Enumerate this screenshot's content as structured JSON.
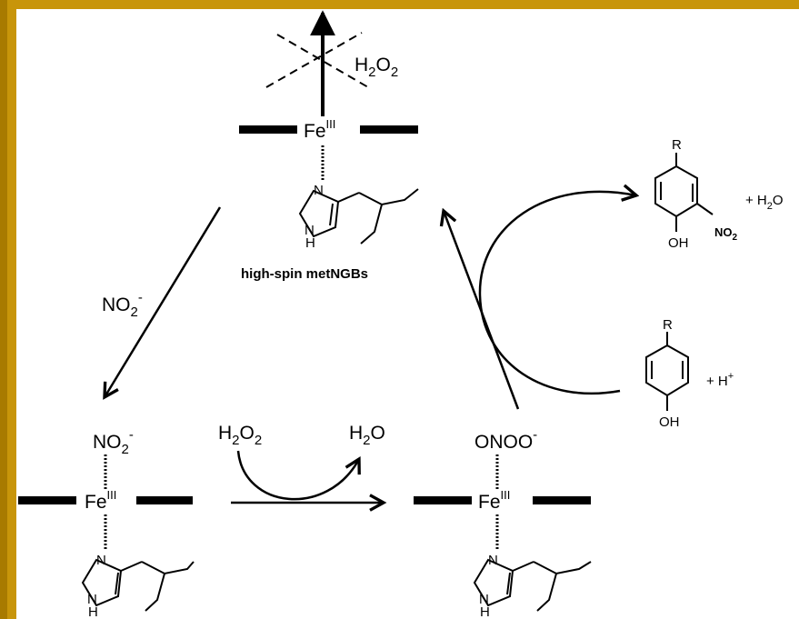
{
  "top_complex": {
    "metal_label": "Fe",
    "oxidation_sup": "III",
    "blocked_reagent": "H",
    "blocked_reagent_sub": "2",
    "blocked_reagent_tail": "O",
    "blocked_reagent_sub2": "2",
    "caption": "high-spin metNGBs"
  },
  "left_complex": {
    "ligand": "NO",
    "ligand_sub": "2",
    "ligand_sup": "-",
    "metal_label": "Fe",
    "oxidation_sup": "III"
  },
  "right_complex": {
    "ligand": "ONOO",
    "ligand_sup": "-",
    "metal_label": "Fe",
    "oxidation_sup": "III"
  },
  "left_arrow_reagent": {
    "text": "NO",
    "sub": "2",
    "sup": "-"
  },
  "bottom_arrow": {
    "in_reagent": "H",
    "in_sub": "2",
    "in_tail": "O",
    "in_sub2": "2",
    "out_product": "H",
    "out_sub": "2",
    "out_tail": "O"
  },
  "imidazole": {
    "n_label": "N",
    "nh_label": "N",
    "h_label": "H"
  },
  "nitrophenol": {
    "r_label": "R",
    "no2_label": "NO",
    "no2_sub": "2",
    "oh_label": "OH",
    "plus_text": "+ H",
    "plus_sub": "2",
    "plus_tail": "O"
  },
  "phenol": {
    "r_label": "R",
    "oh_label": "OH",
    "plus_text": "+ H",
    "plus_sup": "+"
  }
}
